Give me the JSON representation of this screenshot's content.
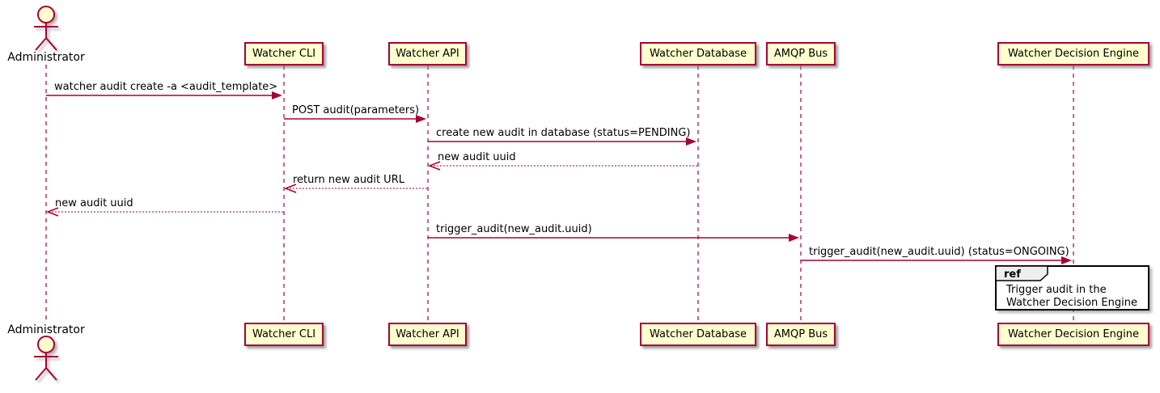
{
  "diagram": {
    "type": "sequence-diagram",
    "colors": {
      "accent": "#A80036",
      "participant_fill": "#FEFECE",
      "text": "#000000",
      "ref_header_fill": "#EEEEEE",
      "ref_border": "#000000",
      "background": "#FFFFFF"
    },
    "actor": {
      "label": "Administrator"
    },
    "participants": [
      {
        "label": "Watcher CLI"
      },
      {
        "label": "Watcher API"
      },
      {
        "label": "Watcher Database"
      },
      {
        "label": "AMQP Bus"
      },
      {
        "label": "Watcher Decision Engine"
      }
    ],
    "messages": [
      {
        "text": "watcher audit create -a <audit_template>",
        "from": "Administrator",
        "to": "Watcher CLI",
        "style": "solid"
      },
      {
        "text": "POST audit(parameters)",
        "from": "Watcher CLI",
        "to": "Watcher API",
        "style": "solid"
      },
      {
        "text": "create new audit in database (status=PENDING)",
        "from": "Watcher API",
        "to": "Watcher Database",
        "style": "solid"
      },
      {
        "text": "new audit uuid",
        "from": "Watcher Database",
        "to": "Watcher API",
        "style": "dashed"
      },
      {
        "text": "return new audit URL",
        "from": "Watcher API",
        "to": "Watcher CLI",
        "style": "dashed"
      },
      {
        "text": "new audit uuid",
        "from": "Watcher CLI",
        "to": "Administrator",
        "style": "dashed"
      },
      {
        "text": "trigger_audit(new_audit.uuid)",
        "from": "Watcher API",
        "to": "AMQP Bus",
        "style": "solid"
      },
      {
        "text": "trigger_audit(new_audit.uuid) (status=ONGOING)",
        "from": "AMQP Bus",
        "to": "Watcher Decision Engine",
        "style": "solid"
      }
    ],
    "ref": {
      "keyword": "ref",
      "lines": [
        "Trigger audit in the",
        "Watcher Decision Engine"
      ]
    }
  }
}
